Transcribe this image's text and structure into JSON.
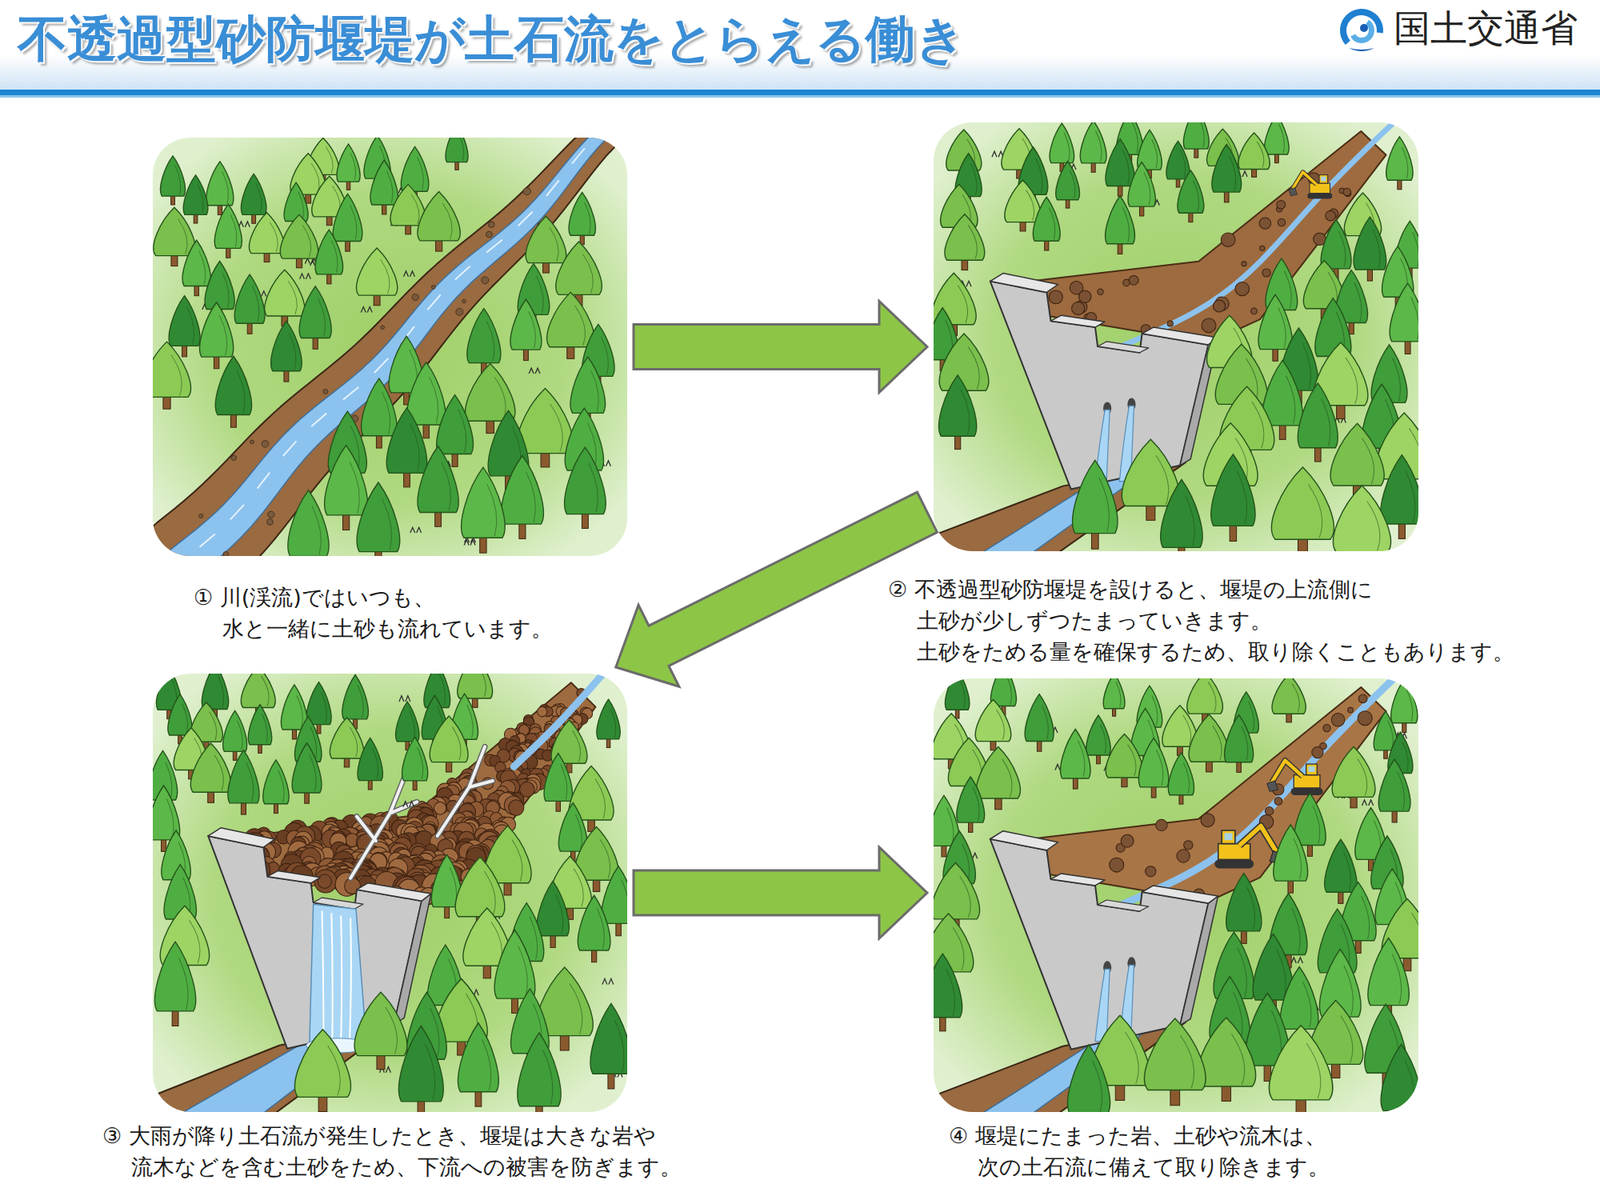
{
  "diagram": {
    "title": "不透過型砂防堰堤が土石流をとらえる働き",
    "nodes": [
      {
        "text": [
          "① 川(渓流)ではいつも、 水と一緒に土砂も流れています。"
        ]
      },
      {
        "text": [
          "② 不透過型砂防堰堤を設けると、堰堤の上流側に 土砂が少しずつたまっていきます。 土砂をためる量を確保するため、取り除くこともあります。"
        ]
      },
      {
        "text": [
          "③ 大雨が降り土石流が発生したとき、堰堤は大きな岩や 流木などを含む土砂をため、下流への被害を防ぎます。"
        ]
      },
      {
        "text": [
          "④ 堰堤にたまった岩、土砂や流木は、 次の土石流に備えて取り除きます。"
        ]
      }
    ],
    "edges": [
      {
        "from": 0,
        "to": 1,
        "arrow": "to"
      },
      {
        "from": 1,
        "to": 2,
        "arrow": "to"
      },
      {
        "from": 2,
        "to": 3,
        "arrow": "to"
      }
    ],
    "labels": [
      "国土交通省"
    ]
  }
}
